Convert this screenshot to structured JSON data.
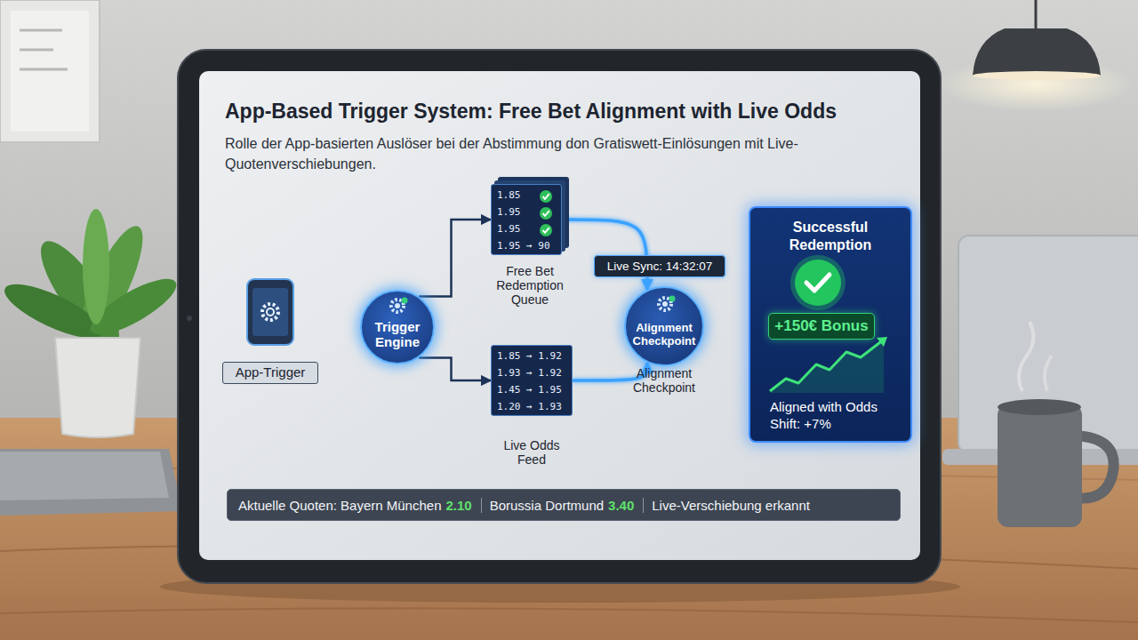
{
  "diagram": {
    "title": "App-Based Trigger System: Free Bet Alignment with Live Odds",
    "caption": "Rolle der App-basierten Auslöser bei der Abstimmung don Gratiswett-Einlösungen mit Live-Quotenverschiebungen.",
    "nodes": [
      {
        "text": [
          "App-Trigger"
        ]
      },
      {
        "text": [
          "Trigger Engine"
        ]
      },
      {
        "text": [
          "1.85",
          "1.95",
          "1.95",
          "1.95 → 90",
          "Free Bet Redemption Queue"
        ]
      },
      {
        "text": [
          "1.85 → 1.92",
          "1.93 → 1.92",
          "1.45 → 1.95",
          "1.20 → 1.93",
          "Live Odds Feed"
        ]
      },
      {
        "text": [
          "Alignment Checkpoint",
          "Alignment Checkpoint"
        ]
      },
      {
        "text": [
          "Successful Redemption",
          "Aligned with Odds Shift: +7%"
        ]
      },
      {
        "text": [
          "+150€ Bonus"
        ],
        "in": 5
      },
      {
        "text": [
          "Live Sync: 14:32:07"
        ]
      },
      {
        "text": [
          "Aktuelle Quoten: Bayern München",
          "2.10",
          "Borussia Dortmund",
          "3.40",
          "Live-Verschiebung erkannt"
        ]
      }
    ],
    "edges": [
      {
        "from": 0,
        "to": 1,
        "arrow": "to"
      },
      {
        "from": 1,
        "to": 2,
        "arrow": "to"
      },
      {
        "from": 1,
        "to": 3,
        "arrow": "to"
      },
      {
        "from": 1,
        "to": 4,
        "arrow": "to"
      },
      {
        "from": 2,
        "to": 4,
        "arrow": "to"
      },
      {
        "from": 3,
        "to": 4,
        "arrow": "to"
      },
      {
        "from": 4,
        "to": 5,
        "arrow": "to"
      }
    ]
  }
}
